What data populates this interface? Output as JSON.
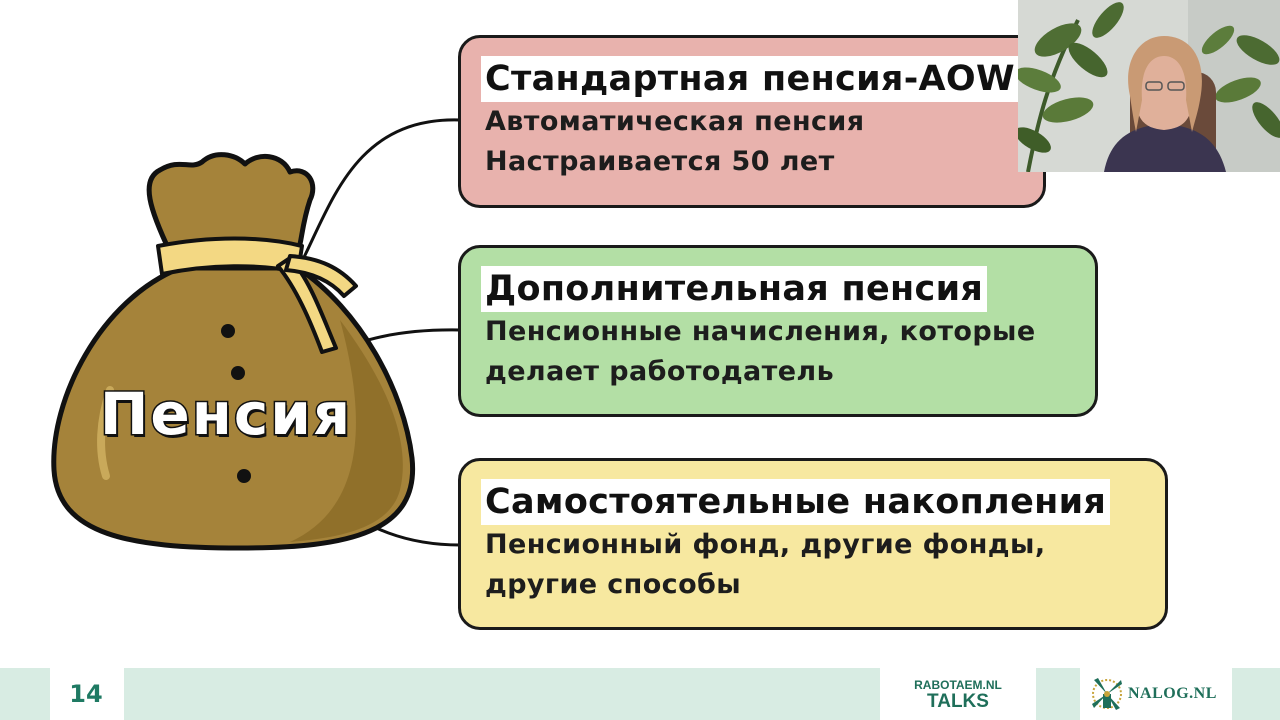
{
  "colors": {
    "card_1_fill": "#e8b2ad",
    "card_2_fill": "#b3dfa5",
    "card_3_fill": "#f7e8a0",
    "bag_fill": "#a5833a",
    "bag_shadow": "#8a6a26",
    "bag_tie": "#f3d883",
    "footer_bar": "#d8ece3",
    "accent_green": "#1f7a63"
  },
  "slide": {
    "bag_label": "Пенсия",
    "cards": [
      {
        "title": "Стандартная пенсия-AOW",
        "lines": [
          "Автоматическая пенсия",
          "Настраивается 50 лет"
        ]
      },
      {
        "title": "Дополнительная пенсия",
        "lines": [
          "Пенсионные начисления, которые",
          "делает работодатель"
        ]
      },
      {
        "title": "Самостоятельные накопления",
        "lines": [
          "Пенсионный фонд, другие фонды,",
          "другие способы"
        ]
      }
    ]
  },
  "footer": {
    "page_number": "14",
    "logo_rabota_line1": "RABOTAEM.NL",
    "logo_rabota_line2": "TALKS",
    "logo_nalog": "NALOG.NL"
  },
  "icons": {
    "bag": "money-bag-icon",
    "nalog_logo": "windmill-icon"
  }
}
